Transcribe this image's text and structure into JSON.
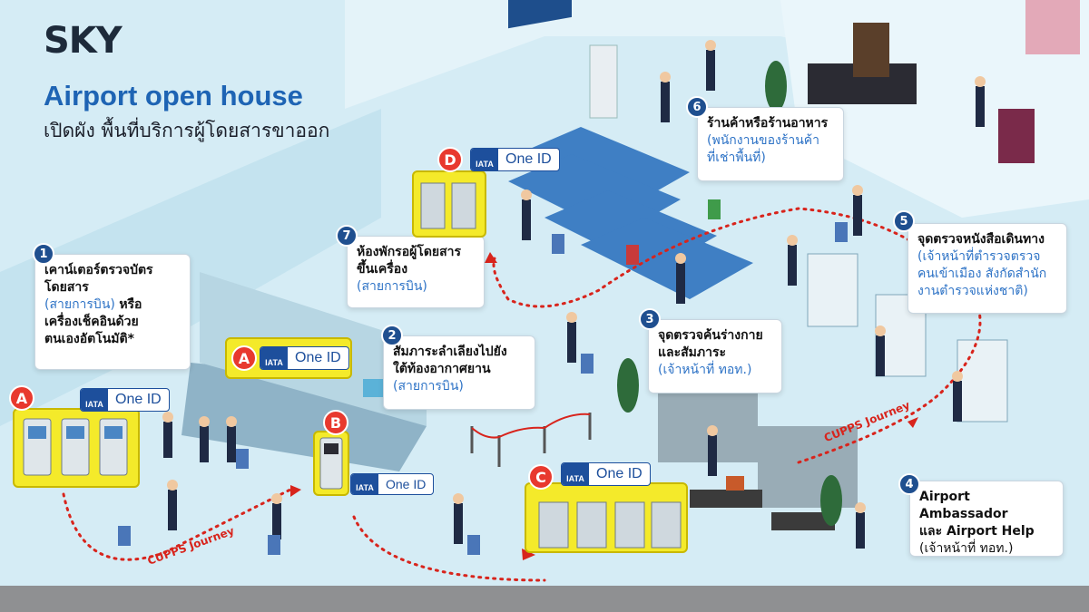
{
  "header": {
    "brand": "SKY",
    "title": "Airport open house",
    "subtitle": "เปิดผัง พื้นที่บริการผู้โดยสารขาออก"
  },
  "colors": {
    "accent_blue": "#1e64b4",
    "role_blue": "#2e73c6",
    "marker_red": "#e8392e",
    "highlight_yellow": "#f4ea2a",
    "journey_red": "#d8241c",
    "floor": "#d9eef6"
  },
  "callouts": [
    {
      "num": "1",
      "main": "เคาน์เตอร์ตรวจบัตร\nโดยสาร",
      "role": "(สายการบิน)",
      "extra": "หรือ\nเครื่องเช็คอินด้วย\nตนเองอัตโนมัติ*"
    },
    {
      "num": "2",
      "main": "สัมภาระลำเลียงไปยัง\nใต้ท้องอากาศยาน",
      "role": "(สายการบิน)"
    },
    {
      "num": "3",
      "main": "จุดตรวจค้นร่างกาย\nและสัมภาระ",
      "role": "(เจ้าหน้าที่ ทอท.)"
    },
    {
      "num": "4",
      "main": "Airport Ambassador\nและ Airport Help",
      "role": "(เจ้าหน้าที่ ทอท.)"
    },
    {
      "num": "5",
      "main": "จุดตรวจหนังสือเดินทาง",
      "role": "(เจ้าหน้าที่ตำรวจตรวจ\nคนเข้าเมือง สังกัดสำนัก\nงานตำรวจแห่งชาติ)"
    },
    {
      "num": "6",
      "main": "ร้านค้าหรือร้านอาหาร",
      "role": "(พนักงานของร้านค้า\nที่เช่าพื้นที่)"
    },
    {
      "num": "7",
      "main": "ห้องพักรอผู้โดยสาร\nขึ้นเครื่อง",
      "role": "(สายการบิน)"
    }
  ],
  "markers": [
    {
      "letter": "A",
      "badge": "One ID",
      "iata": "IATA"
    },
    {
      "letter": "A",
      "badge": "One ID",
      "iata": "IATA"
    },
    {
      "letter": "B",
      "badge": "One ID",
      "iata": "IATA"
    },
    {
      "letter": "C",
      "badge": "One ID",
      "iata": "IATA"
    },
    {
      "letter": "D",
      "badge": "One ID",
      "iata": "IATA"
    }
  ],
  "journey": {
    "label": "CUPPS Journey"
  }
}
